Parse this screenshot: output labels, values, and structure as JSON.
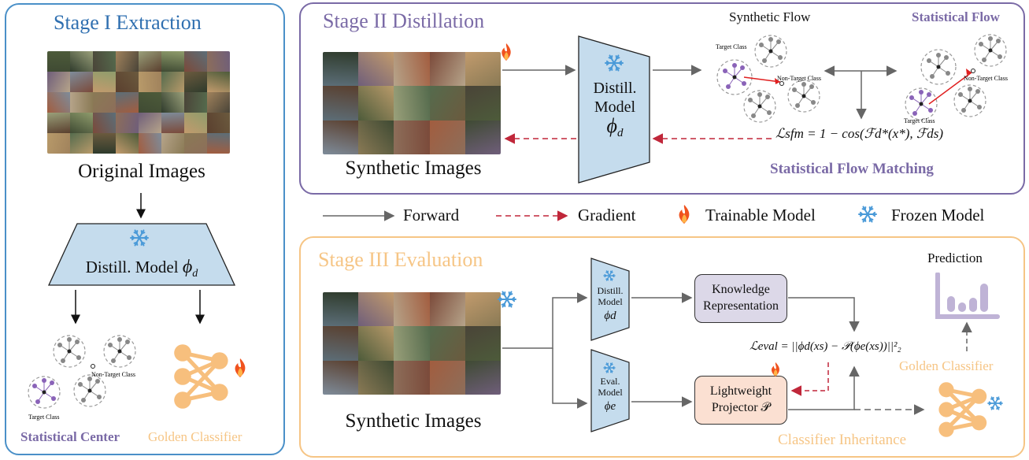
{
  "stage1": {
    "title": "Stage I  Extraction",
    "original_images_label": "Original Images",
    "model_label": "Distill. Model ",
    "model_symbol": "ϕ",
    "model_sub": "d",
    "statistical_center_label": "Statistical Center",
    "golden_classifier_label": "Golden Classifier",
    "target_class": "Target Class",
    "non_target_class": "Non-Target Class"
  },
  "stage2": {
    "title": "Stage II  Distillation",
    "synthetic_images_label": "Synthetic Images",
    "model_line1": "Distill.",
    "model_line2": "Model",
    "model_symbol": "ϕ",
    "model_sub": "d",
    "synthetic_flow_label": "Synthetic Flow",
    "statistical_flow_label": "Statistical Flow",
    "loss_text": "ℒsfm = 1 − cos(ℱd*(x*), ℱds)",
    "matching_label": "Statistical Flow Matching",
    "target_class": "Target Class",
    "non_target_class": "Non-Target Class"
  },
  "legend": {
    "forward": "Forward",
    "gradient": "Gradient",
    "trainable": "Trainable Model",
    "frozen": "Frozen Model"
  },
  "stage3": {
    "title": "Stage III  Evaluation",
    "synthetic_images_label": "Synthetic Images",
    "distill_model_line1": "Distill.",
    "distill_model_line2": "Model",
    "distill_symbol": "ϕd",
    "eval_model_line1": "Eval.",
    "eval_model_line2": "Model",
    "eval_symbol": "ϕe",
    "knowledge_line1": "Knowledge",
    "knowledge_line2": "Representation",
    "projector_line1": "Lightweight",
    "projector_line2": "Projector 𝒫",
    "loss_text": "ℒeval = ||ϕd(xs) − 𝒫(ϕe(xs))||²₂",
    "prediction_label": "Prediction",
    "golden_classifier_label": "Golden Classifier",
    "inheritance_label": "Classifier Inheritance"
  },
  "colors": {
    "stage1_border": "#4a90c8",
    "stage1_title": "#2f6fb0",
    "stage2_border": "#7a6aa6",
    "stage2_title": "#7a6aa6",
    "stage3_border": "#f6c585",
    "stage3_title": "#f6c585",
    "model_fill": "#c5dced",
    "knowledge_fill": "#dcd8e8",
    "projector_fill": "#fbe0d2",
    "gradient": "#c0273a",
    "classifier": "#f7bf7d",
    "prediction": "#bfb3d6",
    "target_node": "#8a63b8"
  },
  "icons": [
    "flame-icon",
    "snowflake-icon",
    "bar-chart-icon",
    "neural-network-icon"
  ]
}
